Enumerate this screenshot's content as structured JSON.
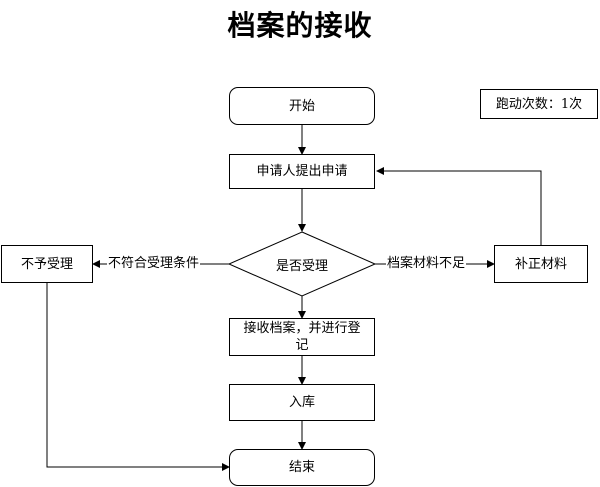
{
  "title": "档案的接收",
  "run_count": "跑动次数：1次",
  "nodes": {
    "start": "开始",
    "apply": "申请人提出申请",
    "check": "是否受理",
    "receive": "接收档案，并进行登记",
    "store": "入库",
    "end": "结束",
    "reject": "不予受理",
    "supplement": "补正材料"
  },
  "edges": {
    "not_meet": "不符合受理条件",
    "insufficient": "档案材料不足"
  }
}
